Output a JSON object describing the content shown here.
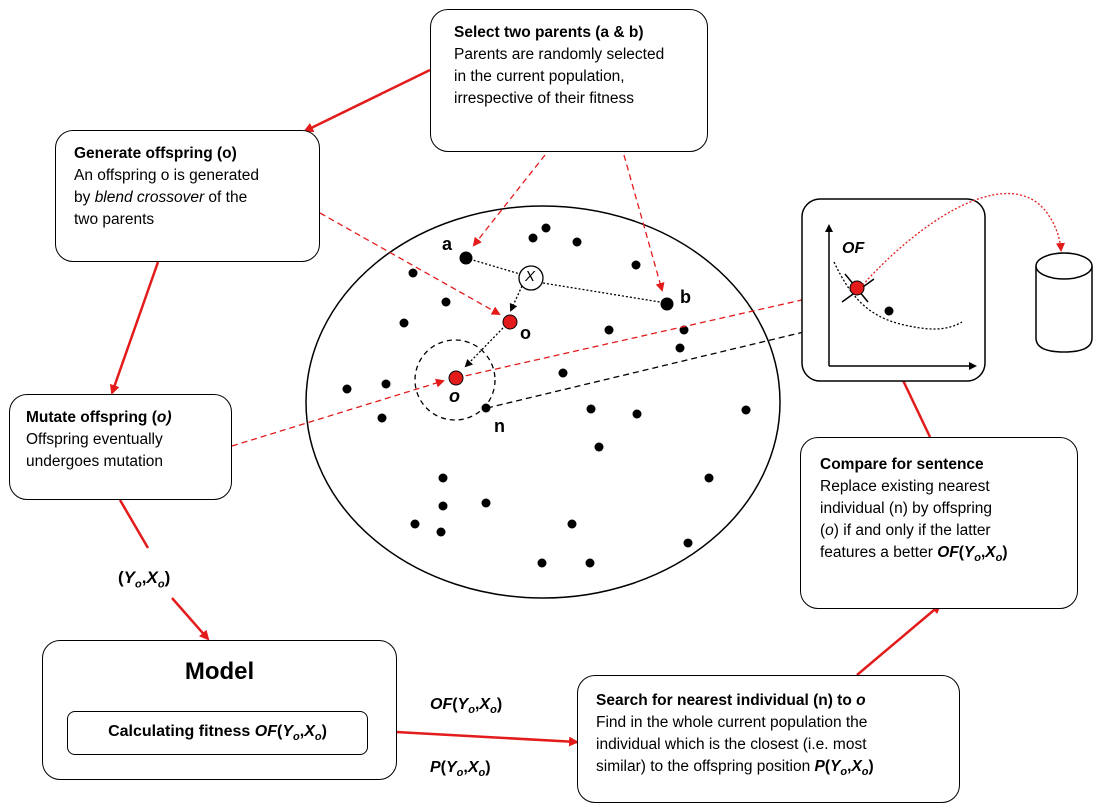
{
  "boxes": {
    "select": {
      "title": "Select two parents (a & b)",
      "lines": [
        "Parents are randomly selected",
        "in the current population,",
        "irrespective of their fitness"
      ]
    },
    "generate": {
      "title": "Generate offspring (o)",
      "line1": "An offspring o is generated",
      "line2_pre": "by ",
      "line2_em": "blend crossover",
      "line2_post": " of the",
      "line3": "two parents"
    },
    "mutate": {
      "title_pre": "Mutate offspring (",
      "title_em": "o)",
      "lines": [
        "Offspring eventually",
        "undergoes mutation"
      ]
    },
    "model": {
      "title": "Model",
      "inner_pre": "Calculating fitness ",
      "inner_of": "OF",
      "inner_y": "Y",
      "inner_x": "X",
      "sub": "o"
    },
    "search": {
      "title_pre": "Search for nearest individual (n) to ",
      "title_em": "o",
      "line1": "Find in the whole current population the",
      "line2": "individual which is the closest (i.e. most",
      "line3_pre": "similar) to the offspring position ",
      "line3_p": "P",
      "line3_y": "Y",
      "line3_x": "X"
    },
    "compare": {
      "title": "Compare for sentence",
      "line1": "Replace existing nearest",
      "line2": "individual (n) by offspring",
      "line3_pre": "(",
      "line3_em": "o",
      "line3_post": ") if and only if the latter",
      "line4_pre": "features a better ",
      "line4_of": "OF",
      "line4_y": "Y",
      "line4_x": "X"
    }
  },
  "labels": {
    "yx": {
      "y": "Y",
      "x": "X",
      "sub": "o"
    },
    "of_arrow": {
      "of": "OF",
      "y": "Y",
      "x": "X",
      "sub": "o"
    },
    "p_arrow": {
      "p": "P",
      "y": "Y",
      "x": "X",
      "sub": "o"
    },
    "of_axis": "OF",
    "point_a": "a",
    "point_b": "b",
    "point_o1": "o",
    "point_o2": "o",
    "point_n": "n",
    "crossover": "X"
  },
  "colors": {
    "arrow": "#e31b1b",
    "offspring": "#e31b1b",
    "individual": "#000000",
    "line": "#000000"
  },
  "population": {
    "named": [
      "a",
      "b",
      "n"
    ],
    "offspring": [
      "o",
      "o"
    ]
  }
}
